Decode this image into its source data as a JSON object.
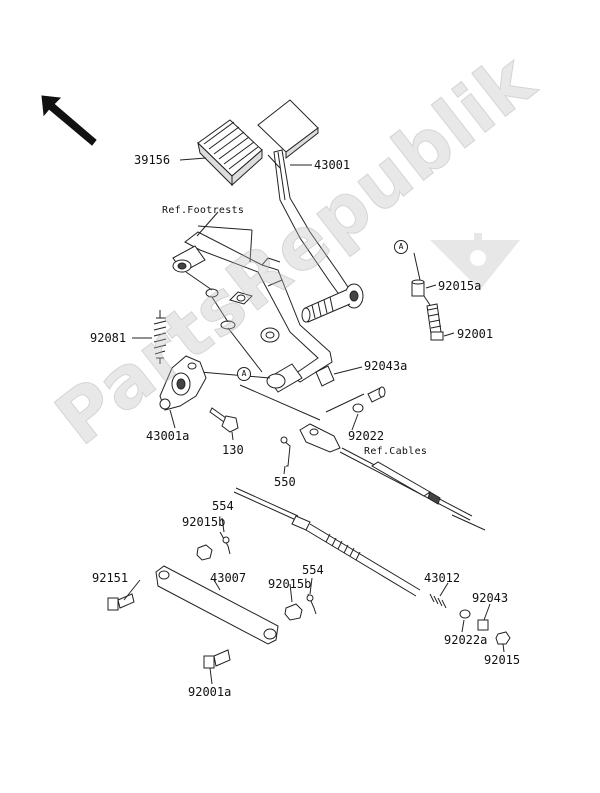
{
  "watermark": {
    "text": "PartsRepublik"
  },
  "labels": {
    "p39156": "39156",
    "p43001": "43001",
    "ref_footrests": "Ref.Footrests",
    "p92015a": "92015a",
    "p92001": "92001",
    "p92081": "92081",
    "p92043a": "92043a",
    "p43001a": "43001a",
    "p92022": "92022",
    "p130": "130",
    "ref_cables": "Ref.Cables",
    "p550": "550",
    "p554_top": "554",
    "p92015b_top": "92015b",
    "p92151": "92151",
    "p43007": "43007",
    "p554_mid": "554",
    "p92015b_mid": "92015b",
    "p43012": "43012",
    "p92043": "92043",
    "p92022a": "92022a",
    "p92015": "92015",
    "p92001a": "92001a"
  },
  "callouts": {
    "a1": "A",
    "a2": "A"
  }
}
